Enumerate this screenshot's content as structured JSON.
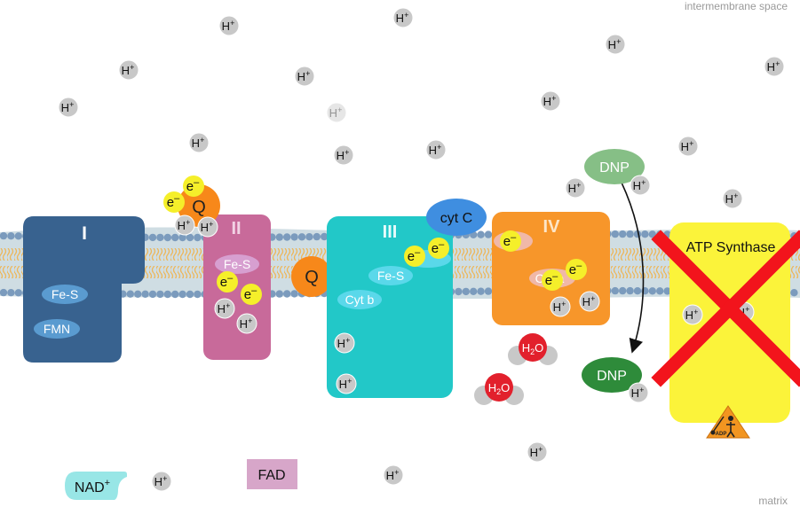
{
  "labels": {
    "top_right": "intermembrane space",
    "bottom_right": "matrix"
  },
  "complexes": {
    "c1": {
      "title": "I",
      "fe_s": "Fe-S",
      "fmn": "FMN"
    },
    "c2": {
      "title": "II",
      "fe_s": "Fe-S"
    },
    "c3": {
      "title": "III",
      "fe_s": "Fe-S",
      "cyt_b": "Cyt b"
    },
    "c4": {
      "title": "IV",
      "cyt_a": "Cyt a"
    },
    "atp_synthase": {
      "title": "ATP Synthase",
      "adp": "ADP"
    }
  },
  "carriers": {
    "q": "Q",
    "cyt_c": "cyt C",
    "nad": "NAD",
    "nad_sup": "+",
    "fad": "FAD",
    "dnp": "DNP"
  },
  "particles": {
    "proton": "H",
    "proton_sup": "+",
    "electron": "e",
    "electron_sup": "–",
    "water_h": "H",
    "water_sub": "2",
    "water_o": "O"
  },
  "colors": {
    "membrane": "#cfdde3",
    "membrane_dots": "#7b9bbd",
    "membrane_tails": "#f0b24a",
    "complex_1": "#38628f",
    "complex_2": "#c86a9a",
    "complex_3": "#22c8c8",
    "complex_4": "#f7962a",
    "atp_synthase": "#fbf33a",
    "cyt_c": "#3f8ee0",
    "q": "#f7881a",
    "electron": "#f5ef2a",
    "proton": "#c8c8c8",
    "water": "#e2202c",
    "dnp_light": "#86bf86",
    "dnp_dark": "#2e8b3a",
    "nad": "#98e6e6",
    "fad": "#d7a6c9",
    "cross": "#f2141c",
    "inner_label": "#5a9bd0"
  }
}
